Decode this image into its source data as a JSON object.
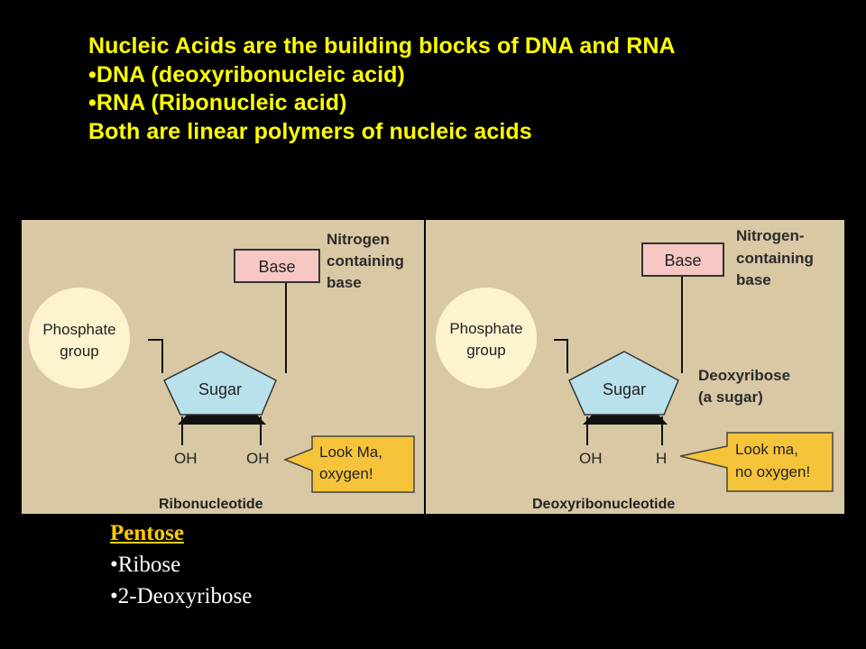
{
  "heading": {
    "line1": "Nucleic Acids are the building blocks of DNA and RNA",
    "line2": "•DNA (deoxyribonucleic acid)",
    "line3": "•RNA (Ribonucleic acid)",
    "line4": "Both are linear polymers of nucleic acids"
  },
  "left_panel": {
    "phosphate_line1": "Phosphate",
    "phosphate_line2": "group",
    "base": "Base",
    "nitrogen_line1": "Nitrogen",
    "nitrogen_line2": "containing",
    "nitrogen_line3": "base",
    "sugar": "Sugar",
    "oh_left": "OH",
    "oh_right": "OH",
    "callout_line1": "Look Ma,",
    "callout_line2": "oxygen!",
    "caption": "Ribonucleotide"
  },
  "right_panel": {
    "phosphate_line1": "Phosphate",
    "phosphate_line2": "group",
    "base": "Base",
    "nitrogen_line1": "Nitrogen-",
    "nitrogen_line2": "containing",
    "nitrogen_line3": "base",
    "sugar": "Sugar",
    "deoxy_line1": "Deoxyribose",
    "deoxy_line2": "(a sugar)",
    "oh_left": "OH",
    "h_right": "H",
    "callout_line1": "Look ma,",
    "callout_line2": "no oxygen!",
    "caption": "Deoxyribonucleotide"
  },
  "pentose": {
    "title": "Pentose",
    "item1": "•Ribose",
    "item2": "•2-Deoxyribose"
  },
  "colors": {
    "heading": "#ffff00",
    "panel_bg": "#d8c9a4",
    "phosphate": "#fdf3cf",
    "base_box": "#f6c7c3",
    "sugar": "#b9e1ec",
    "callout": "#f6c43a"
  }
}
